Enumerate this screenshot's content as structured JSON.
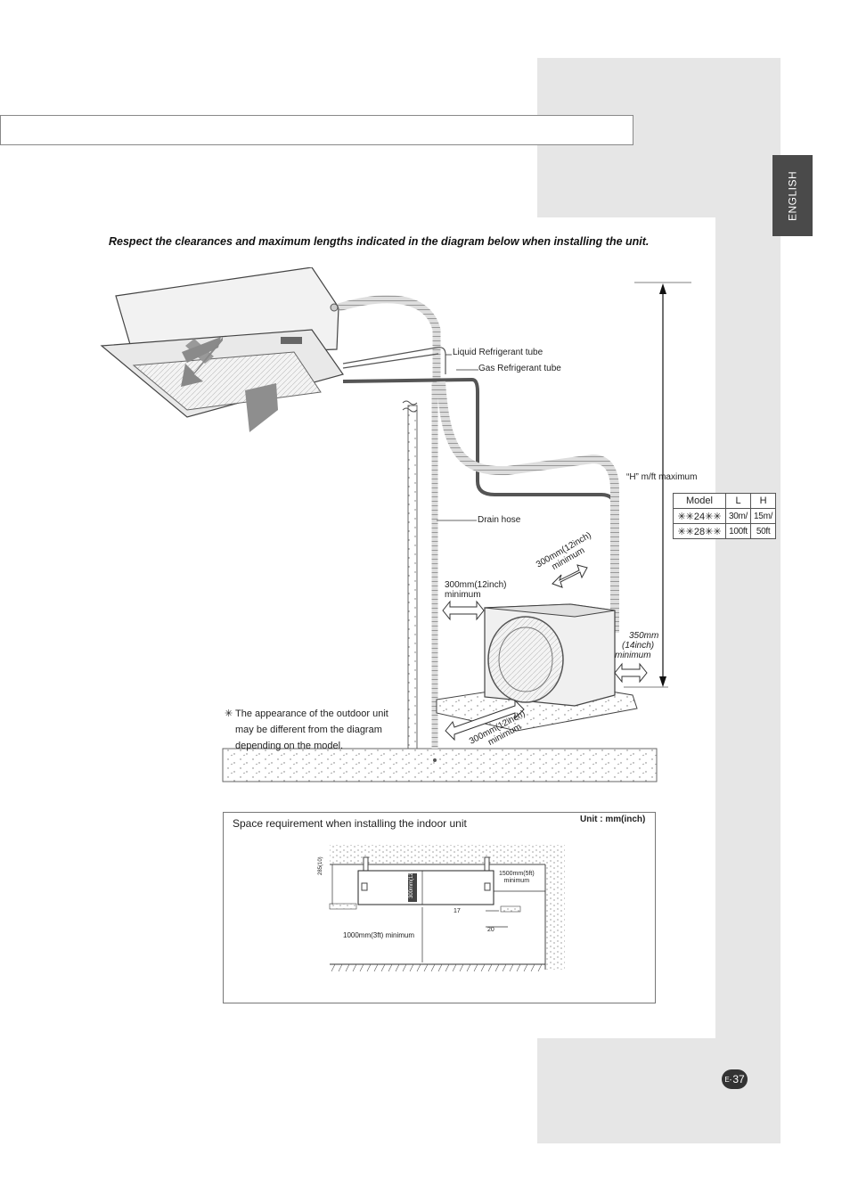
{
  "language_tab": "ENGLISH",
  "intro": "Respect the clearances and maximum lengths indicated in the diagram below when installing the unit.",
  "labels": {
    "liquid_tube": "Liquid Refrigerant tube",
    "gas_tube": "Gas Refrigerant tube",
    "drain_hose": "Drain hose",
    "h_max": "“H” m/ft maximum",
    "clear_left_1": "300mm(12inch)",
    "clear_left_2": "minimum",
    "clear_top_1": "300mm(12inch)",
    "clear_top_2": "minimum",
    "clear_bottom_1": "300mm(12inch)",
    "clear_bottom_2": "minimum",
    "clear_right_1": "350mm",
    "clear_right_2": "(14inch)",
    "clear_right_3": "minimum"
  },
  "note": {
    "star": "✳",
    "line1": "The appearance of the outdoor unit",
    "line2": "may be different from the diagram",
    "line3": "depending on the model."
  },
  "model_table": {
    "headers": [
      "Model",
      "L",
      "H"
    ],
    "rows": [
      [
        "✳✳24✳✳",
        "30m/",
        "15m/"
      ],
      [
        "✳✳28✳✳",
        "100ft",
        "50ft"
      ]
    ]
  },
  "indoor_space": {
    "title": "Space requirement when installing the indoor unit",
    "unit": "Unit : mm(inch)",
    "height_left": "285(10)",
    "height_inner": "300mm(12)",
    "side_1": "1500mm(5ft)",
    "side_2": "minimum",
    "dim_17": "17",
    "dim_20": "20",
    "floor": "1000mm(3ft) minimum"
  },
  "page": {
    "prefix": "E-",
    "number": "37"
  }
}
